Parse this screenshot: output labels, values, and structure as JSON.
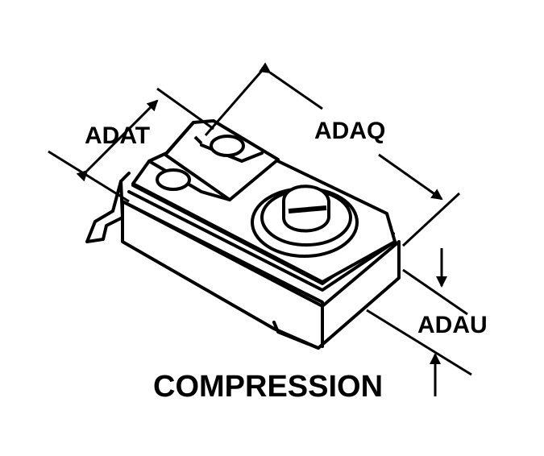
{
  "diagram": {
    "labels": {
      "width_dim": "ADAT",
      "length_dim": "ADAQ",
      "height_dim": "ADAU"
    },
    "caption": "COMPRESSION"
  },
  "colors": {
    "ink": "#000000",
    "paper": "#ffffff"
  }
}
